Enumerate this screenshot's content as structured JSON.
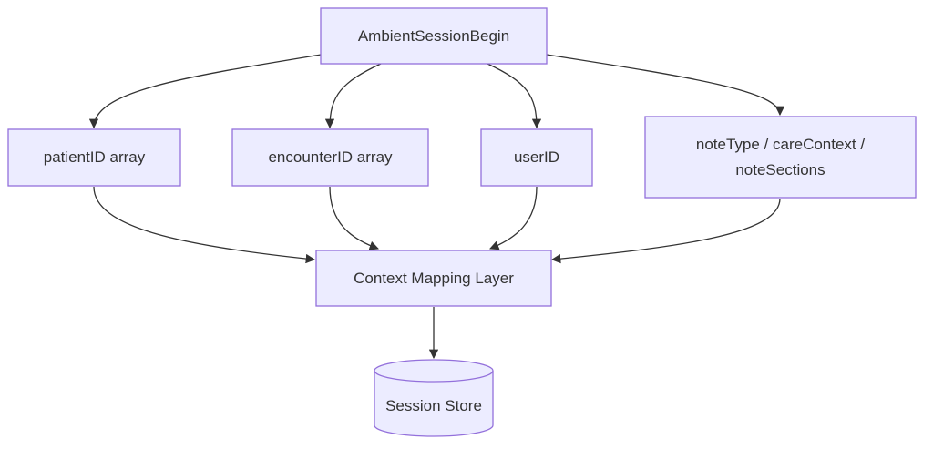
{
  "diagram": {
    "type": "flowchart",
    "nodes": {
      "ambient_session_begin": "AmbientSessionBegin",
      "patient_id_array": "patientID array",
      "encounter_id_array": "encounterID array",
      "user_id": "userID",
      "note_type_context": "noteType / careContext /\nnoteSections",
      "context_mapping_layer": "Context Mapping Layer",
      "session_store": "Session Store"
    },
    "edges": [
      {
        "from": "ambient_session_begin",
        "to": "patient_id_array"
      },
      {
        "from": "ambient_session_begin",
        "to": "encounter_id_array"
      },
      {
        "from": "ambient_session_begin",
        "to": "user_id"
      },
      {
        "from": "ambient_session_begin",
        "to": "note_type_context"
      },
      {
        "from": "patient_id_array",
        "to": "context_mapping_layer"
      },
      {
        "from": "encounter_id_array",
        "to": "context_mapping_layer"
      },
      {
        "from": "user_id",
        "to": "context_mapping_layer"
      },
      {
        "from": "note_type_context",
        "to": "context_mapping_layer"
      },
      {
        "from": "context_mapping_layer",
        "to": "session_store"
      }
    ]
  }
}
